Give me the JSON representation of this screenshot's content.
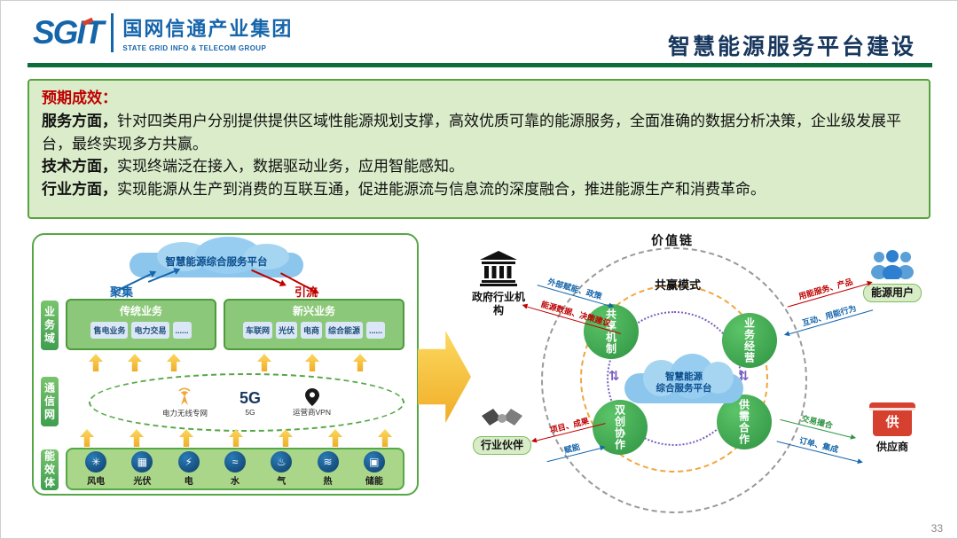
{
  "palette": {
    "green_dark": "#0e6b3a",
    "green_border": "#56a746",
    "summary_bg": "#daecca",
    "yellow": "#f0ad28",
    "brand_blue": "#1565ab",
    "red": "#c00000",
    "title_navy": "#17375e",
    "node_green": "#2e9342",
    "purple": "#7a5fc0",
    "orange": "#f0a63c",
    "store_red": "#d6402f"
  },
  "header": {
    "logo_text": "SGIT",
    "company_cn": "国网信通产业集团",
    "company_en": "STATE GRID INFO & TELECOM GROUP",
    "title": "智慧能源服务平台建设"
  },
  "summary": {
    "heading": "预期成效：",
    "lines": [
      {
        "lead": "服务方面，",
        "text": "针对四类用户分别提供提供区域性能源规划支撑，高效优质可靠的能源服务，全面准确的数据分析决策，企业级发展平台，最终实现多方共赢。"
      },
      {
        "lead": "技术方面，",
        "text": "实现终端泛在接入，数据驱动业务，应用智能感知。"
      },
      {
        "lead": "行业方面，",
        "text": "实现能源从生产到消费的互联互通，促进能源流与信息流的深度融合，推进能源生产和消费革命。"
      }
    ]
  },
  "left_diagram": {
    "cloud_label": "智慧能源综合服务平台",
    "gather_label": "聚集",
    "divert_label": "引流",
    "layer_labels": [
      "业务域",
      "通信网",
      "能效体"
    ],
    "traditional": {
      "title": "传统业务",
      "items": [
        "售电业务",
        "电力交易",
        "......"
      ]
    },
    "emerging": {
      "title": "新兴业务",
      "items": [
        "车联网",
        "光伏",
        "电商",
        "综合能源",
        "......"
      ]
    },
    "comm_items": [
      {
        "label": "电力无线专网"
      },
      {
        "big": "5G",
        "label": "5G"
      },
      {
        "label": "运营商VPN"
      }
    ],
    "energy_items": [
      {
        "glyph": "✳",
        "label": "风电"
      },
      {
        "glyph": "▦",
        "label": "光伏"
      },
      {
        "glyph": "⚡",
        "label": "电"
      },
      {
        "glyph": "≈",
        "label": "水"
      },
      {
        "glyph": "♨",
        "label": "气"
      },
      {
        "glyph": "≋",
        "label": "热"
      },
      {
        "glyph": "▣",
        "label": "储能"
      }
    ]
  },
  "right_diagram": {
    "value_chain_label": "价值链",
    "win_win_label": "共赢模式",
    "center_cloud": {
      "line1": "智慧能源",
      "line2": "综合服务平台"
    },
    "nodes": [
      {
        "label": "共享机制"
      },
      {
        "label": "业务经营"
      },
      {
        "label": "双创协作"
      },
      {
        "label": "供需合作"
      }
    ],
    "entities": [
      {
        "label": "政府行业机构"
      },
      {
        "label": "行业伙伴"
      },
      {
        "label": "能源用户"
      },
      {
        "label": "供应商",
        "badge": "供"
      }
    ],
    "flows": [
      {
        "label": "外部赋能、政策",
        "color": "#1565ab"
      },
      {
        "label": "能源数据、决策建议",
        "color": "#c00000"
      },
      {
        "label": "用能服务、产品",
        "color": "#c00000"
      },
      {
        "label": "互动、用能行为",
        "color": "#1565ab"
      },
      {
        "label": "项目、成果",
        "color": "#c00000"
      },
      {
        "label": "赋能",
        "color": "#1565ab"
      },
      {
        "label": "交易撮合",
        "color": "#2e9342"
      },
      {
        "label": "订单、集成",
        "color": "#1565ab"
      }
    ],
    "updown_glyph": "⇅"
  },
  "page": {
    "number": "33"
  }
}
